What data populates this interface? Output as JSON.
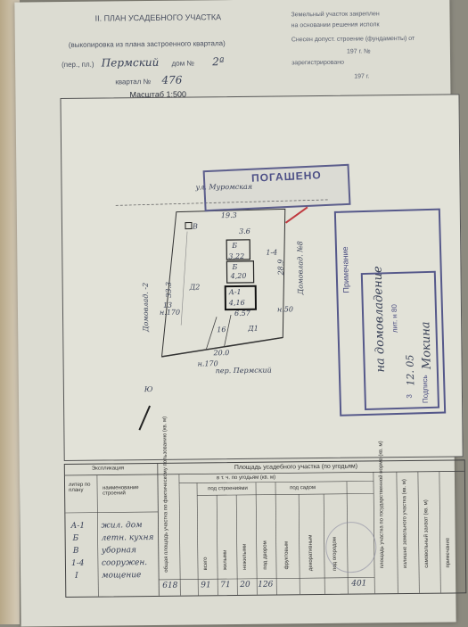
{
  "header": {
    "title": "II. ПЛАН УСАДЕБНОГО УЧАСТКА",
    "subtitle": "(выкопировка из плана застроенного квартала)",
    "street_prefix": "(пер., пл.)",
    "street_value": "Пермский",
    "house_label": "дом №",
    "house_value": "2ª",
    "quarter_label": "квартал №",
    "quarter_value": "476",
    "scale": "Масштаб 1:500"
  },
  "header_right": {
    "line1": "Земельный участок закреплен",
    "line2": "на основании решения исполк",
    "line3": "Снесен допуст. строение (фундаменты) от",
    "line4": "197   г. №",
    "line5": "зарегистрировано",
    "line6": "197   г."
  },
  "plan": {
    "street_top": "ул. Муромская",
    "street_bottom": "пер. Пермский",
    "neighbor_left": "Домовлад. -2",
    "neighbor_right": "Домовлад. №8",
    "dim_top": "19.3",
    "dim_left": "33.3",
    "dim_right": "28.9",
    "dim_bottom": "20.0",
    "dim_mid": "6.57",
    "dim_small": "3.6",
    "yard_mark1": "Д2",
    "yard_mark2": "Д1",
    "bearing_left": "н.170",
    "bearing_bottom": "н.170",
    "bearing_right": "н.50",
    "num_13": "13",
    "num_16": "16",
    "north_mark": "Ю",
    "building_b": "Б",
    "building_a": "А-1",
    "building_a_area": "4,16",
    "building_mid": "Б",
    "building_mid_sub": "4,20",
    "building_small": "3,22",
    "mark_v": "В",
    "mark_g": "1-4"
  },
  "stamp_cancel": {
    "text": "ПОГАШЕНО"
  },
  "stamp_note": {
    "title": "Примечание",
    "line1": "на домовладение",
    "line2": "лит. н 80",
    "line3": "3",
    "line4": "12. 05",
    "line5": "Подпись",
    "signature": "Мокина"
  },
  "table": {
    "caption": "Площадь усадебного участка (по угодьям)",
    "col_designation": "Экспликация",
    "col_letter": "литер по плану",
    "col_name": "наименование строений",
    "col_total": "общая площадь участка по фактическому пользованию (кв. м)",
    "col_incl": "в т. ч. по угодьям (кв. м)",
    "col_under_buildings": "под строениями",
    "col_total_sub": "всего",
    "col_residential": "жилыми",
    "col_nonresidential": "нежилыми",
    "col_yard": "под двором",
    "col_gardens": "под садом",
    "col_fruit": "фруктовым",
    "col_decor": "декоративным",
    "col_vegetable": "под огородом",
    "col_norm": "площадь участка по государственной норме (кв. м)",
    "col_extra": "излишне земельного участка (кв. м)",
    "col_occupied": "самовольный захват (кв. м)",
    "col_notes": "примечание",
    "rows": [
      {
        "letter": "А-1",
        "name": "жил. дом"
      },
      {
        "letter": "Б",
        "name": "летн. кухня"
      },
      {
        "letter": "В",
        "name": "уборная"
      },
      {
        "letter": "1-4",
        "name": "сооружен."
      },
      {
        "letter": "I",
        "name": "мощение"
      }
    ],
    "values": [
      "618",
      "91",
      "71",
      "20",
      "126",
      "",
      "",
      "401"
    ]
  }
}
